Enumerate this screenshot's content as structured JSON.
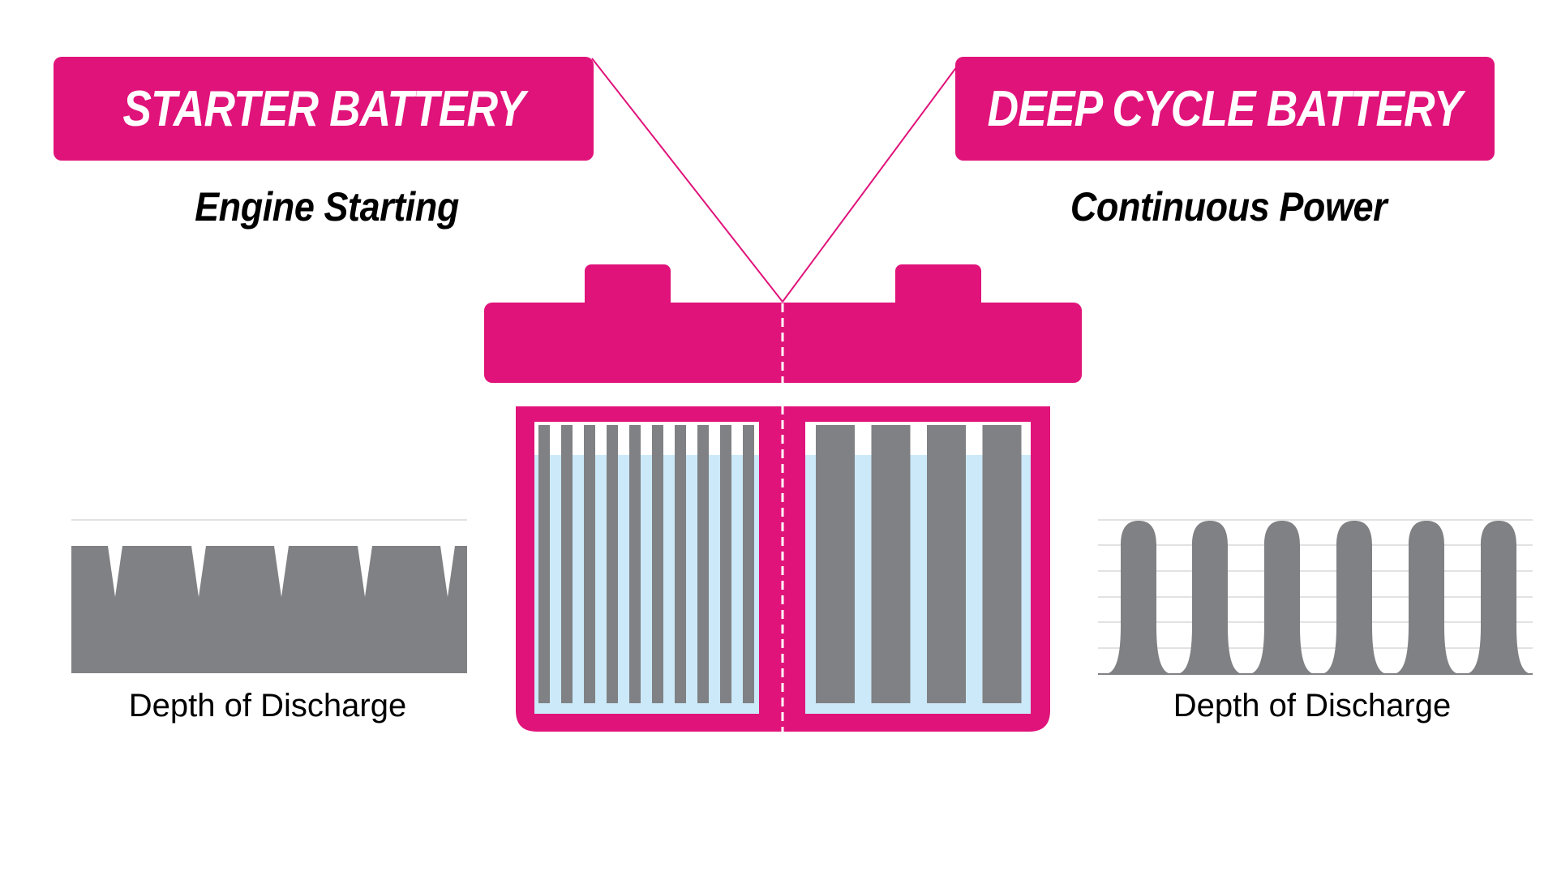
{
  "colors": {
    "magenta": "#e0137a",
    "plate_gray": "#808184",
    "electrolyte_blue": "#cbe9f8",
    "gridline": "#d8d8d8"
  },
  "starter": {
    "title": "STARTER BATTERY",
    "subtitle": "Engine Starting",
    "caption": "Depth of Discharge",
    "plates": "many thin plates",
    "discharge_pattern": "shallow dips"
  },
  "deep_cycle": {
    "title": "DEEP CYCLE BATTERY",
    "subtitle": "Continuous Power",
    "caption": "Depth of Discharge",
    "plates": "few thick plates",
    "discharge_pattern": "deep cycles"
  }
}
